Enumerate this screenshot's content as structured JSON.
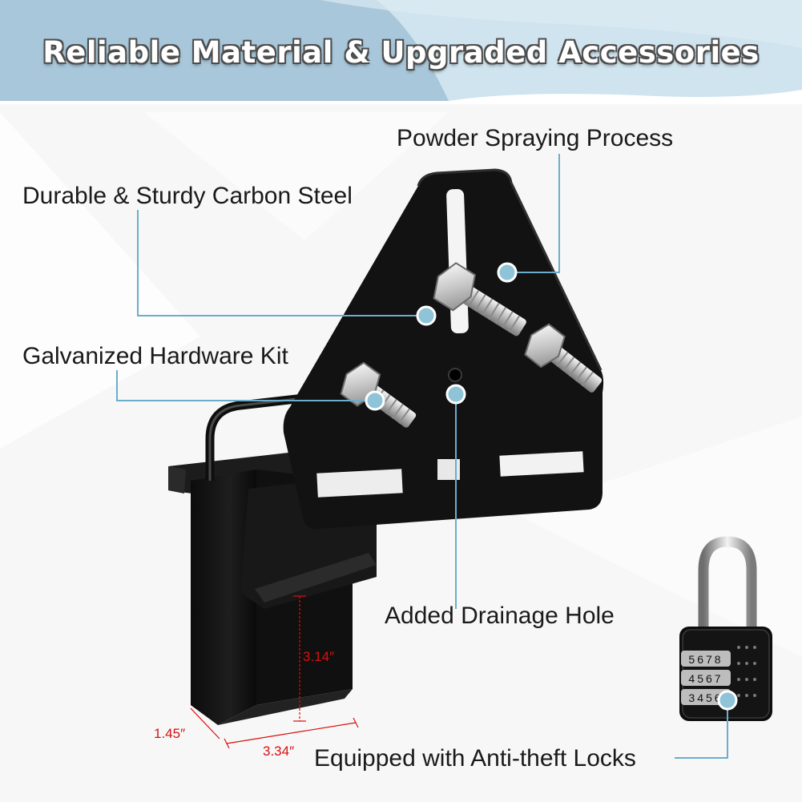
{
  "banner": {
    "title": "Reliable Material & Upgraded Accessories"
  },
  "callouts": {
    "powder": "Powder Spraying Process",
    "steel": "Durable & Sturdy Carbon Steel",
    "hardware": "Galvanized Hardware Kit",
    "drainage": "Added Drainage Hole",
    "locks": "Equipped with Anti-theft Locks"
  },
  "dimensions": {
    "height": "3.14″",
    "depth": "1.45″",
    "width": "3.34″"
  },
  "lock_digits": {
    "row1": "5678",
    "row2": "4567",
    "row3": "3456"
  },
  "colors": {
    "banner_light": "#cde3ee",
    "banner_mid": "#a9c8dc",
    "callout_dot": "#8ec3d8",
    "leader_line": "#6aaecb",
    "dimension": "#d81010",
    "product": "#151515"
  }
}
